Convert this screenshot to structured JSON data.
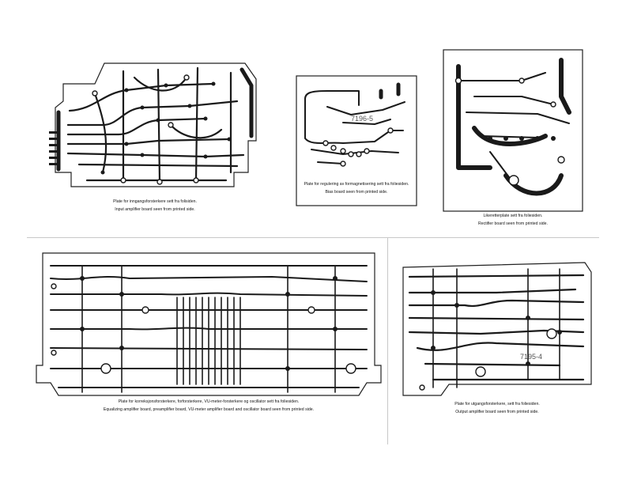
{
  "boards": {
    "input": {
      "caption_no": "Plate for inngangsforsterkere sett fra folisiden.",
      "caption_en": "Input amplifier board seen from printed side."
    },
    "bias": {
      "caption_no": "Plate for regulering av formagnetisering sett fra foliesiden.",
      "caption_en": "Bias board seen from printed side.",
      "stamp": "7196-5"
    },
    "rectifier": {
      "caption_no": "Likeretterplate sett fra foliesiden.",
      "caption_en": "Rectifier board seen from printed side."
    },
    "equalizing": {
      "caption_no": "Plate for korreksjonsforsterkere, forforsterkere, VU-meter-forsterkere og oscillator sett fra foliesiden.",
      "caption_en": "Equalizing amplifier board, preamplifier board, VU-meter amplifier board and oscillator board seen from printed side."
    },
    "output": {
      "caption_no": "Plate for utgangsforsterkere, sett fra foliesiden.",
      "caption_en": "Output amplifier board seen from printed side.",
      "stamp": "7195-4"
    }
  },
  "colors": {
    "ink": "#1a1a1a",
    "paper": "#ffffff",
    "divider": "#c8c8c8"
  }
}
